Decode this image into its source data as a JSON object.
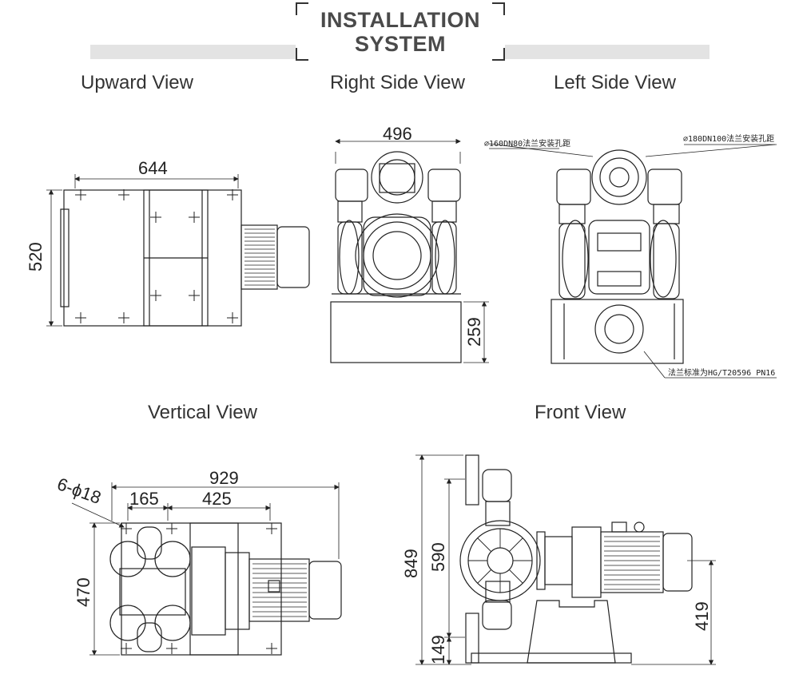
{
  "header": {
    "title_line1": "INSTALLATION",
    "title_line2": "SYSTEM"
  },
  "views": {
    "upward": "Upward View",
    "right_side": "Right Side View",
    "left_side": "Left Side View",
    "vertical": "Vertical View",
    "front": "Front View"
  },
  "dimensions": {
    "upward_width": "644",
    "upward_height": "520",
    "right_width": "496",
    "right_base_height": "259",
    "vertical_total": "929",
    "vertical_holes": "6-ϕ18",
    "vertical_a": "165",
    "vertical_b": "425",
    "vertical_height": "470",
    "front_total": "849",
    "front_mid": "590",
    "front_low": "149",
    "front_motor": "419"
  },
  "notes": {
    "flange_left": "⌀160DN80法兰安装孔距",
    "flange_right": "⌀180DN100法兰安装孔距",
    "flange_standard": "法兰标准为HG/T20596 PN16"
  }
}
